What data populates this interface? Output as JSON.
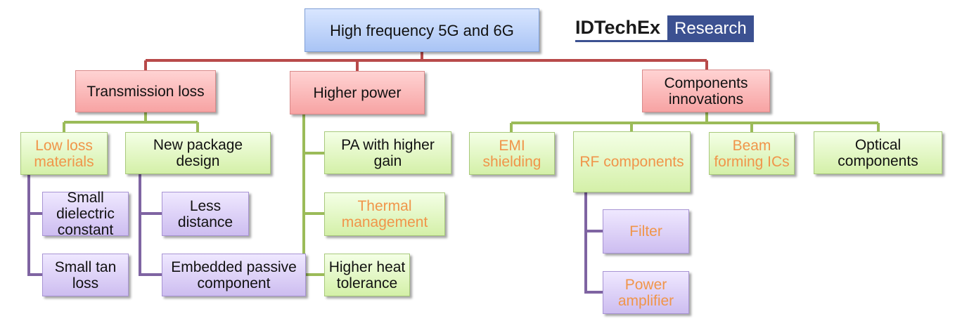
{
  "root": {
    "label": "High frequency 5G and 6G"
  },
  "logo": {
    "brand": "IDTechEx",
    "tag": "Research"
  },
  "transmission_loss": {
    "label": "Transmission loss",
    "low_loss_materials": {
      "label": "Low loss\nmaterials",
      "small_dielectric_constant": "Small\ndielectric\nconstant",
      "small_tan_loss": "Small tan\nloss"
    },
    "new_package_design": {
      "label": "New package\ndesign",
      "less_distance": "Less\ndistance",
      "embedded_passive_component": "Embedded passive\ncomponent"
    }
  },
  "higher_power": {
    "label": "Higher power",
    "pa_higher_gain": "PA with higher\ngain",
    "thermal_management": "Thermal\nmanagement",
    "higher_heat_tolerance": "Higher heat\ntolerance"
  },
  "components_innovations": {
    "label": "Components\ninnovations",
    "emi_shielding": "EMI\nshielding",
    "rf_components": {
      "label": "RF components",
      "filter": "Filter",
      "power_amplifier": "Power\namplifier"
    },
    "beam_forming": "Beam\nforming ICs",
    "optical_components": "Optical\ncomponents"
  },
  "colors": {
    "level1_connector": "#b84a4a",
    "green_connector": "#9bbb59",
    "purple_connector": "#7f64a2",
    "highlight_text": "#f0954a"
  }
}
